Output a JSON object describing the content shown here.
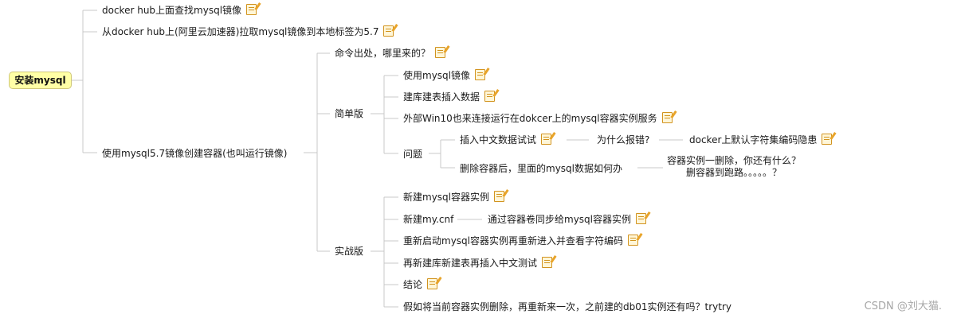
{
  "root": {
    "label": "安装mysql"
  },
  "nodes": {
    "n1": "docker hub上面查找mysql镜像",
    "n2": "从docker hub上(阿里云加速器)拉取mysql镜像到本地标签为5.7",
    "n3": "使用mysql5.7镜像创建容器(也叫运行镜像)",
    "n3a": "命令出处，哪里来的？",
    "n3b": "简单版",
    "n3b1": "使用mysql镜像",
    "n3b2": "建库建表插入数据",
    "n3b3": "外部Win10也来连接运行在dokcer上的mysql容器实例服务",
    "n3b4": "问题",
    "q1": "插入中文数据试试",
    "q1a": "为什么报错?",
    "q1b": "docker上默认字符集编码隐患",
    "q2": "删除容器后，里面的mysql数据如何办",
    "q2a_line1": "容器实例一删除，你还有什么？",
    "q2a_line2": "删容器到跑路。。。。。？",
    "n3c": "实战版",
    "n3c1": "新建mysql容器实例",
    "n3c2": "新建my.cnf",
    "n3c2a": "通过容器卷同步给mysql容器实例",
    "n3c3": "重新启动mysql容器实例再重新进入并查看字符编码",
    "n3c4": "再新建库新建表再插入中文测试",
    "n3c5": "结论",
    "n3c6": "假如将当前容器实例删除，再重新来一次，之前建的db01实例还有吗？trytry"
  },
  "icons": {
    "note": "note-pencil-icon"
  },
  "colors": {
    "root_fill": "#ffffa6",
    "line": "#c8c8c8",
    "note_icon": "#d2931e"
  },
  "watermark": "CSDN @刘大猫."
}
